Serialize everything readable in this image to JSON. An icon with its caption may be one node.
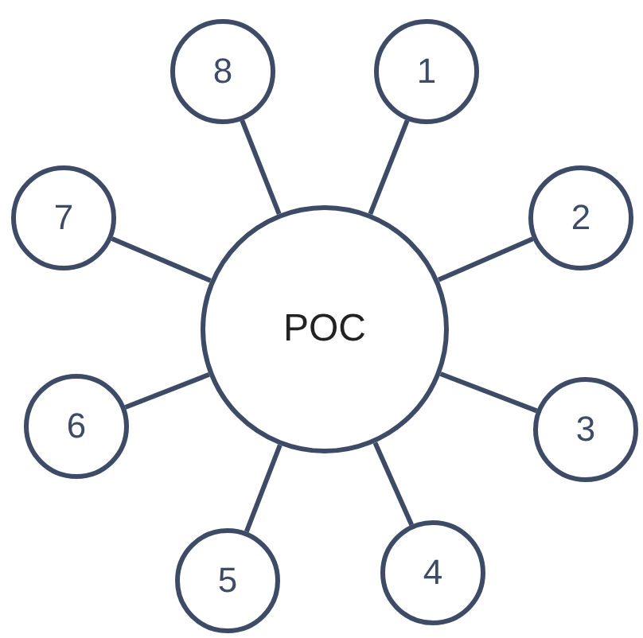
{
  "diagram": {
    "nodes": [
      {
        "text": [
          "POC"
        ]
      },
      {
        "text": [
          "1"
        ]
      },
      {
        "text": [
          "2"
        ]
      },
      {
        "text": [
          "3"
        ]
      },
      {
        "text": [
          "4"
        ]
      },
      {
        "text": [
          "5"
        ]
      },
      {
        "text": [
          "6"
        ]
      },
      {
        "text": [
          "7"
        ]
      },
      {
        "text": [
          "8"
        ]
      }
    ],
    "edges": [
      {
        "from": 0,
        "to": 1,
        "arrow": "none"
      },
      {
        "from": 0,
        "to": 2,
        "arrow": "none"
      },
      {
        "from": 0,
        "to": 3,
        "arrow": "none"
      },
      {
        "from": 0,
        "to": 4,
        "arrow": "none"
      },
      {
        "from": 0,
        "to": 5,
        "arrow": "none"
      },
      {
        "from": 0,
        "to": 6,
        "arrow": "none"
      },
      {
        "from": 0,
        "to": 7,
        "arrow": "none"
      },
      {
        "from": 0,
        "to": 8,
        "arrow": "none"
      }
    ]
  }
}
